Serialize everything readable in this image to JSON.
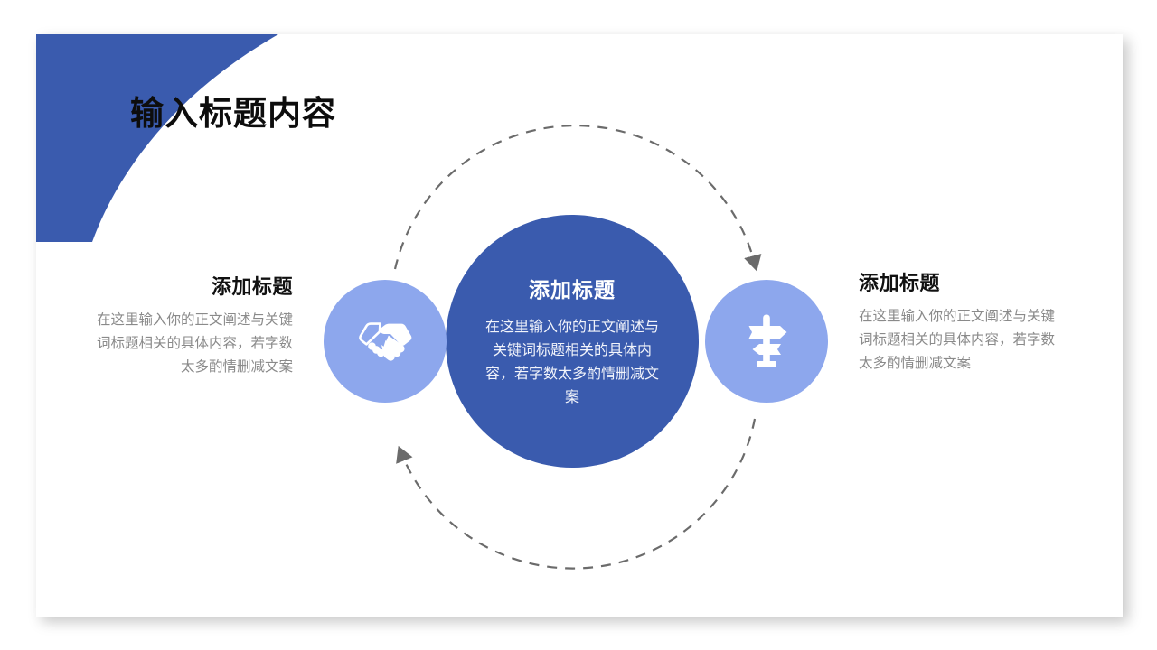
{
  "slide": {
    "title": "输入标题内容",
    "background_color": "#ffffff",
    "accent_color": "#3a5bae",
    "light_accent_color": "#8da7ed",
    "arc_color": "#6b6b6b"
  },
  "center_node": {
    "heading": "添加标题",
    "body": "在这里输入你的正文阐述与关键词标题相关的具体内容，若字数太多酌情删减文案",
    "fill_color": "#3a5bae",
    "text_color": "#ffffff"
  },
  "nodes": [
    {
      "id": "left",
      "icon": "handshake-icon",
      "heading": "添加标题",
      "body": "在这里输入你的正文阐述与关键词标题相关的具体内容，若字数太多酌情删减文案",
      "fill_color": "#8da7ed",
      "align": "right"
    },
    {
      "id": "right",
      "icon": "signpost-icon",
      "heading": "添加标题",
      "body": "在这里输入你的正文阐述与关键词标题相关的具体内容，若字数太多酌情删减文案",
      "fill_color": "#8da7ed",
      "align": "left"
    }
  ],
  "decorations": {
    "corner_shape": "blue-swoosh",
    "top_arc": "dashed-arc-left-to-right",
    "bottom_arc": "dashed-arc-right-to-left"
  }
}
